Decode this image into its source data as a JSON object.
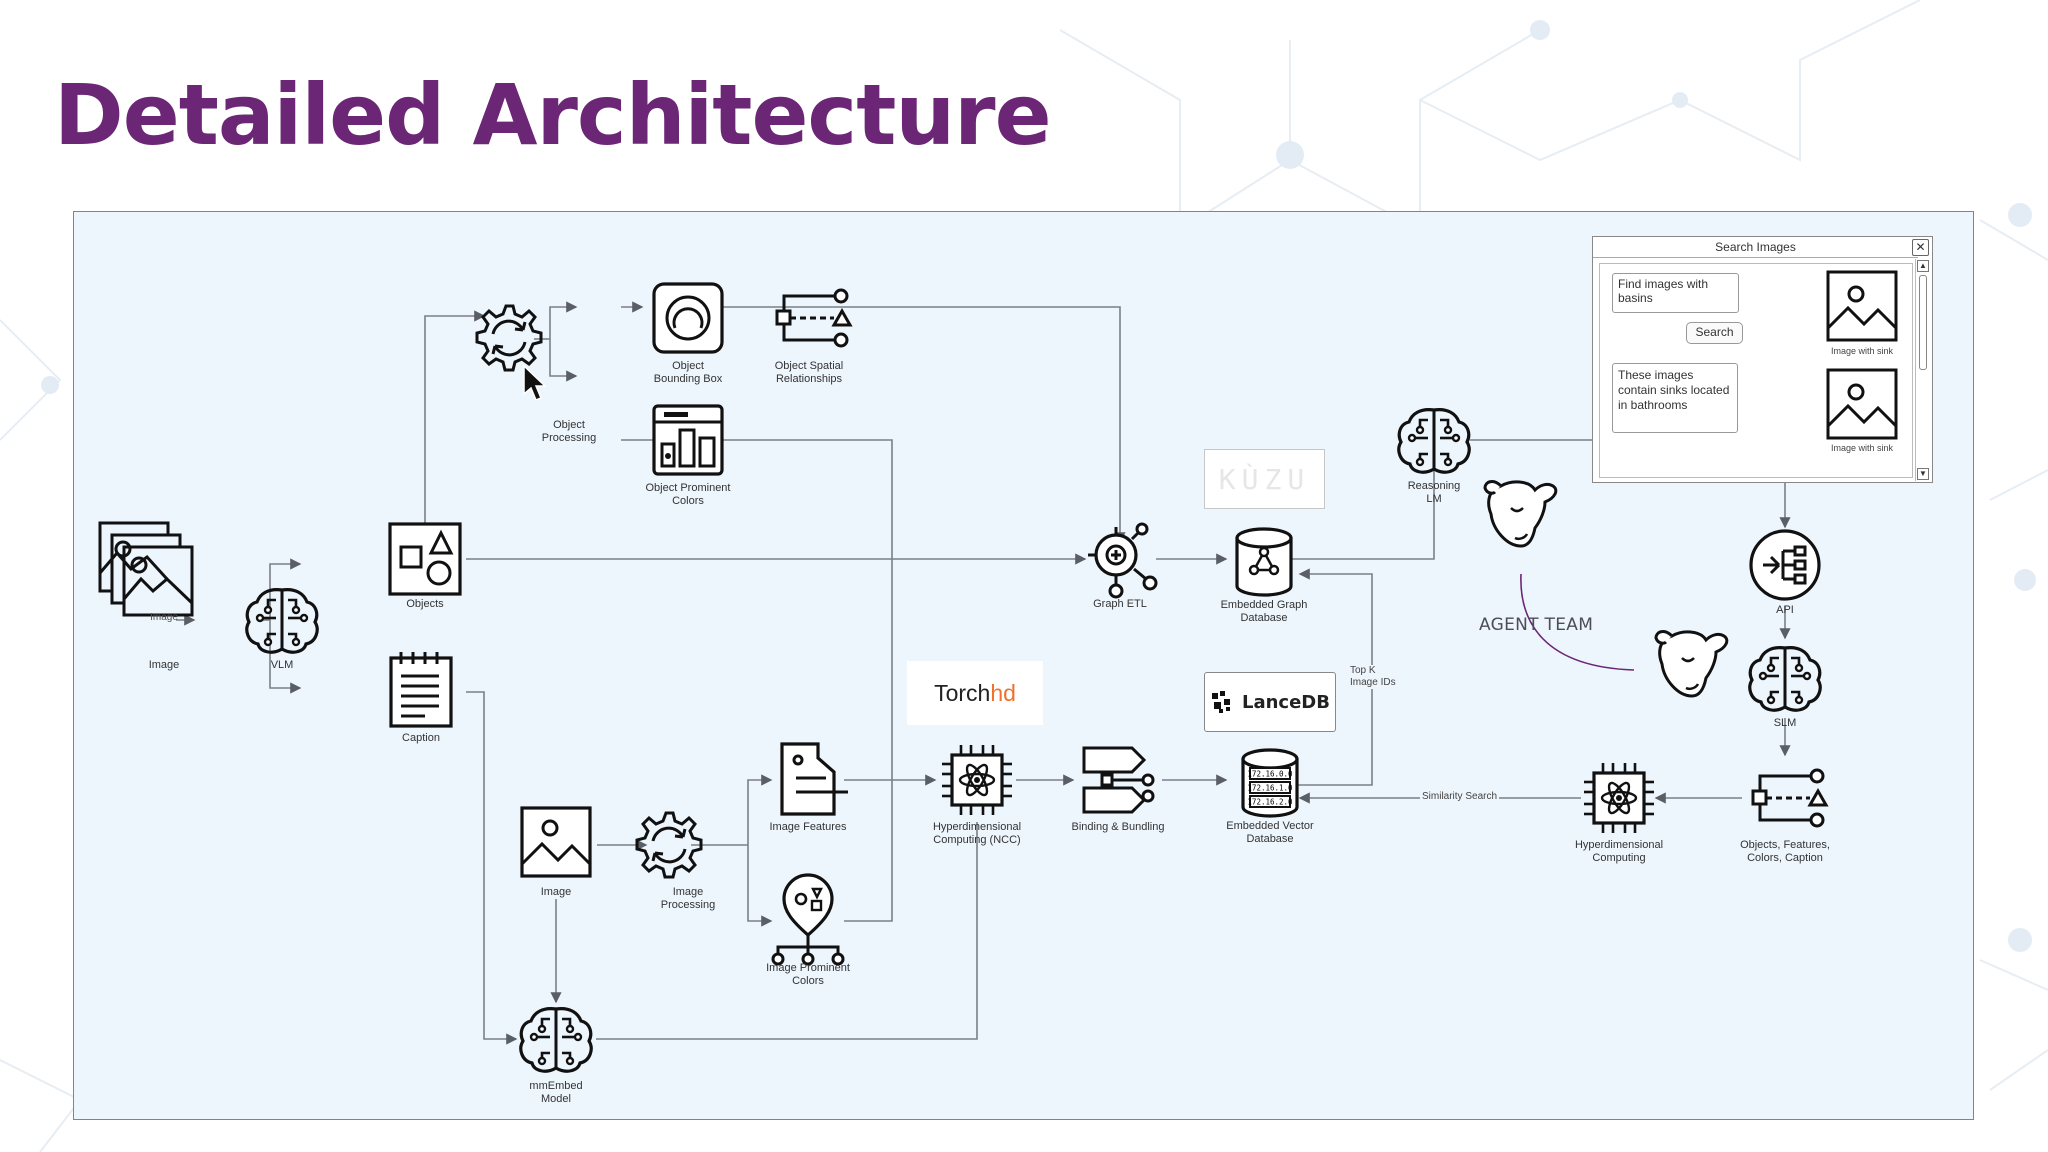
{
  "slide": {
    "title": "Detailed Architecture"
  },
  "nodes": {
    "image_stack": "Image",
    "image_stack_inner": "Image",
    "vlm": "VLM",
    "objects": "Objects",
    "caption": "Caption",
    "object_processing": "Object Processing",
    "object_bounding_box": "Object Bounding Box",
    "object_spatial": "Object Spatial Relationships",
    "object_colors": "Object Prominent Colors",
    "graph_etl": "Graph ETL",
    "graph_db": "Embedded Graph Database",
    "image": "Image",
    "image_processing": "Image Processing",
    "image_features": "Image Features",
    "image_colors": "Image Prominent Colors",
    "mmembed": "mmEmbed Model",
    "hdc_ncc": "Hyperdimensional Computing (NCC)",
    "binding": "Binding & Bundling",
    "vector_db": "Embedded Vector Database",
    "hdc": "Hyperdimensional Computing",
    "reasoning_lm": "Reasoning LM",
    "api": "API",
    "slm": "SLM",
    "objects_features": "Objects, Features, Colors, Caption"
  },
  "edges": {
    "top_k": "Top K Image IDs",
    "similarity": "Similarity Search"
  },
  "logos": {
    "torch_a": "Torch",
    "torch_b": "hd",
    "kuzu": "KÙZU",
    "lancedb": "LanceDB",
    "vector_rows": [
      "172.16.0.0",
      "172.16.1.0",
      "172.16.2.0"
    ]
  },
  "agent_team": "AGENT TEAM",
  "search_window": {
    "title": "Search Images",
    "close": "✕",
    "query": "Find images with basins",
    "button": "Search",
    "answer": "These images contain sinks located in bathrooms",
    "thumb_caption_1": "Image with sink",
    "thumb_caption_2": "Image with sink",
    "scroll_up": "▲",
    "scroll_down": "▼"
  },
  "colors": {
    "title": "#6b2675",
    "panel": "#edf5fd",
    "edge": "#7b8088",
    "icon": "#111111",
    "torch_hd": "#f0712c",
    "agent_line": "#6b2675"
  }
}
